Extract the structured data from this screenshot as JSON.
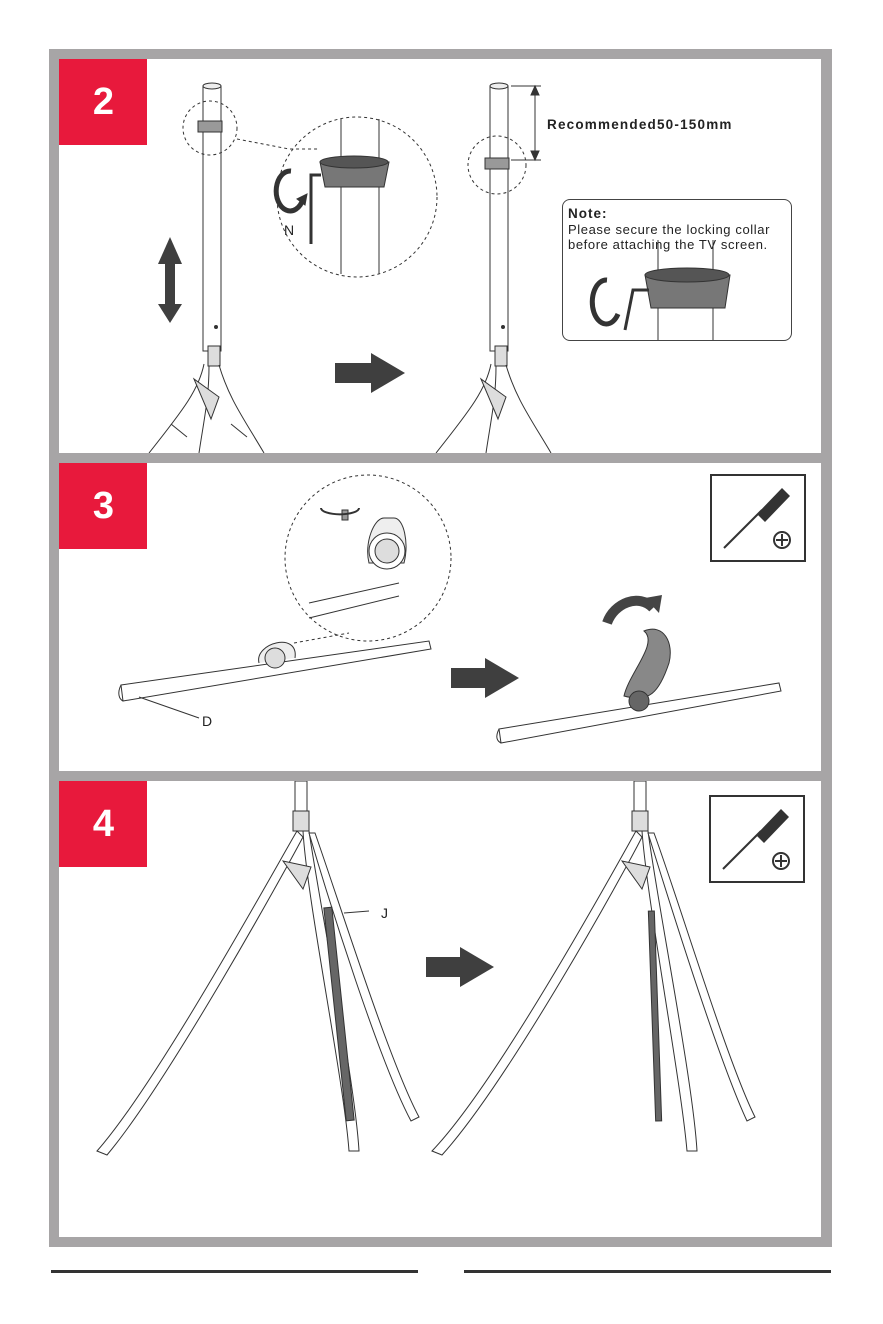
{
  "steps": [
    {
      "number": "2"
    },
    {
      "number": "3"
    },
    {
      "number": "4"
    }
  ],
  "step2": {
    "recommended_label": "Recommended50-150mm",
    "callout_N": "N",
    "note_title": "Note:",
    "note_text": "Please secure the locking collar before attaching the TV screen."
  },
  "step3": {
    "callout_D": "D"
  },
  "step4": {
    "callout_J": "J"
  },
  "colors": {
    "step_badge": "#e8193c",
    "frame": "#a7a5a6",
    "arrow": "#3f3f3f"
  },
  "icons": [
    "screwdriver-icon",
    "phillips-icon",
    "rotate-icon",
    "arrow-right-icon",
    "double-arrow-vertical-icon"
  ]
}
